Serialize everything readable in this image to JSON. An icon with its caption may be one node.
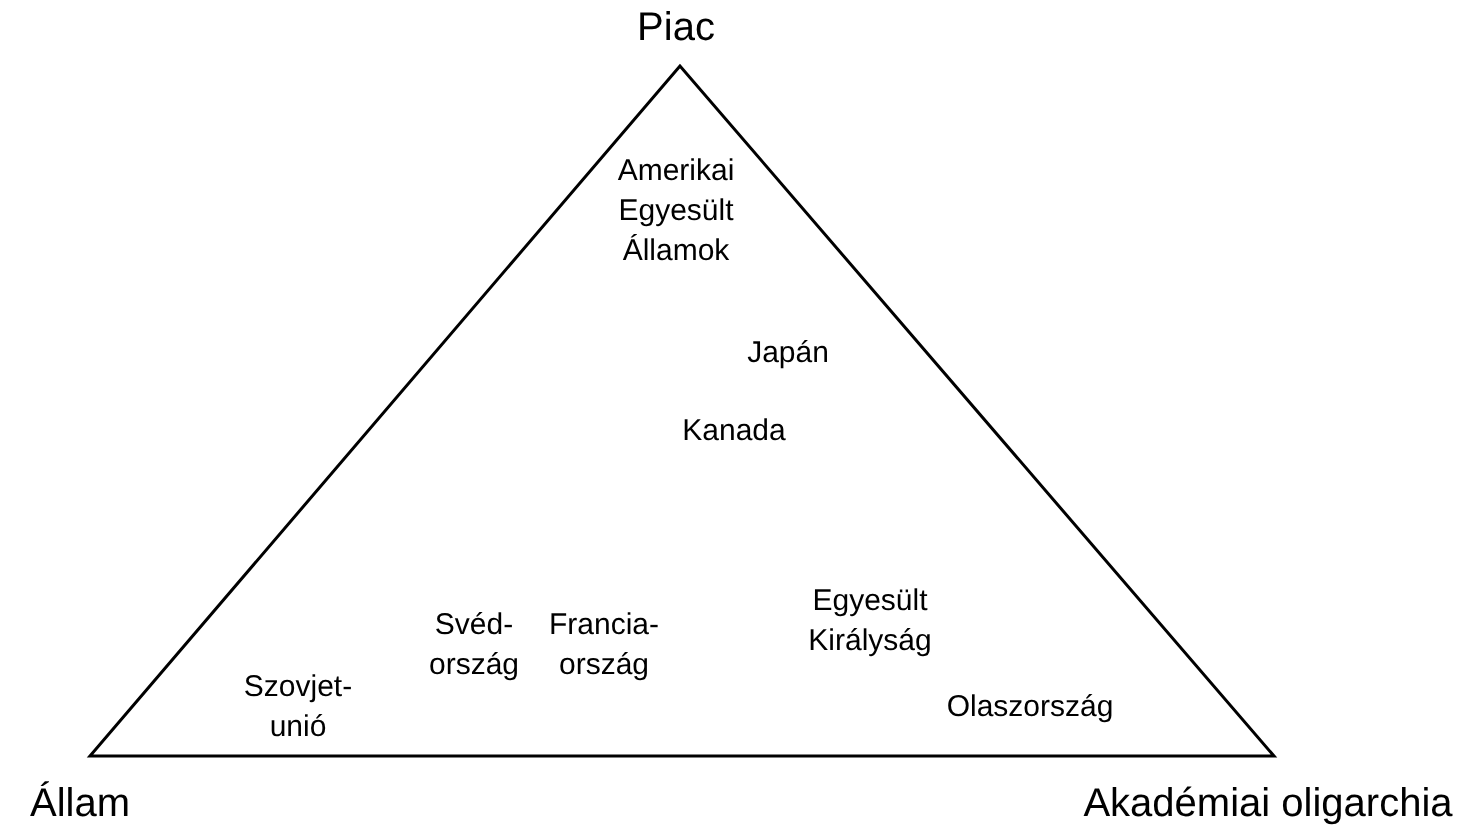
{
  "diagram": {
    "labels": [
      "Piac",
      "Amerikai Egyesült Államok",
      "Japán",
      "Kanada",
      "Svéd- ország",
      "Francia- ország",
      "Egyesült Királyság",
      "Szovjet- unió",
      "Olaszország",
      "Állam",
      "Akadémiai oligarchia"
    ]
  }
}
